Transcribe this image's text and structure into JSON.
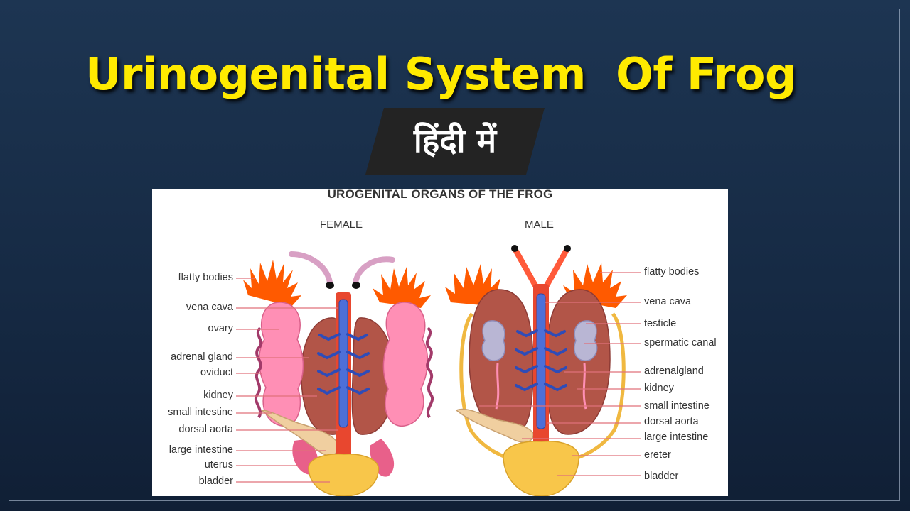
{
  "title": "Urinogenital System  Of Frog",
  "subtitle": "हिंदी में",
  "diagram": {
    "title": "UROGENITAL ORGANS OF THE FROG",
    "female": {
      "heading": "FEMALE",
      "labels": [
        "flatty bodies",
        "vena cava",
        "ovary",
        "adrenal gland",
        "oviduct",
        "kidney",
        "small intestine",
        "dorsal aorta",
        "large intestine",
        "uterus",
        "bladder"
      ]
    },
    "male": {
      "heading": "MALE",
      "labels": [
        "flatty bodies",
        "vena cava",
        "testicle",
        "spermatic canal",
        "adrenalgland",
        "kidney",
        "small intestine",
        "dorsal aorta",
        "large intestine",
        "ereter",
        "bladder"
      ]
    }
  },
  "colors": {
    "title_yellow": "#ffea00",
    "banner_dark": "#222222",
    "fat_orange": "#ff5a00",
    "ovary_pink": "#ff8fb5",
    "kidney_brown": "#b25548",
    "vein_blue": "#4d6fd8",
    "aorta_red": "#e8472f",
    "bladder_yellow": "#f8c64a",
    "leader_line": "#e0707a"
  }
}
